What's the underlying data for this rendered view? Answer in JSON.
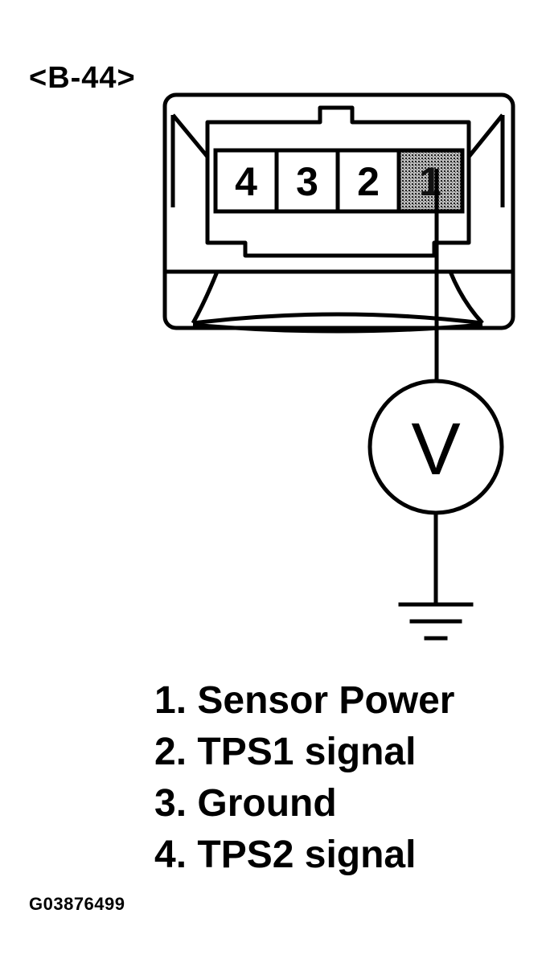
{
  "connector": {
    "id": "<B-44>",
    "pins": [
      {
        "number": "4",
        "highlighted": false
      },
      {
        "number": "3",
        "highlighted": false
      },
      {
        "number": "2",
        "highlighted": false
      },
      {
        "number": "1",
        "highlighted": true
      }
    ],
    "highlight_color": "#777777"
  },
  "meter": {
    "symbol": "V"
  },
  "legend": [
    "1. Sensor Power",
    "2. TPS1 signal",
    "3. Ground",
    "4. TPS2 signal"
  ],
  "figure_code": "G03876499"
}
